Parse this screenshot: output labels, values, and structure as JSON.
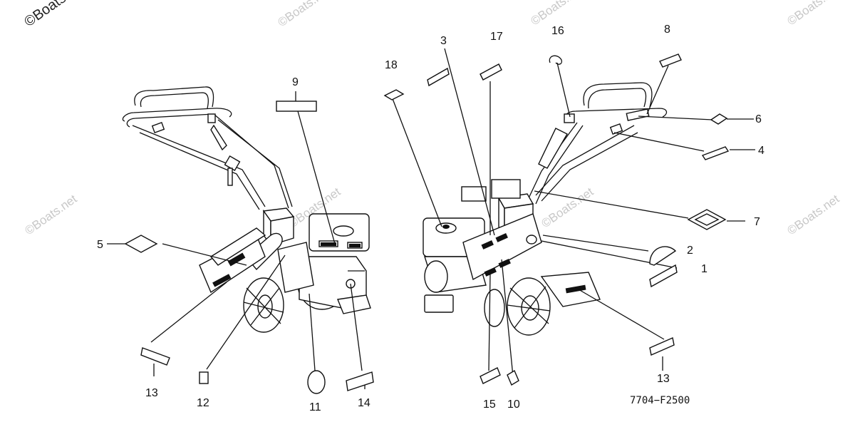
{
  "watermark": "©Boats.net",
  "figure_code": "7704−F2500",
  "callouts": [
    {
      "key": "c1",
      "label": "1"
    },
    {
      "key": "c2",
      "label": "2"
    },
    {
      "key": "c3",
      "label": "3"
    },
    {
      "key": "c4",
      "label": "4"
    },
    {
      "key": "c5",
      "label": "5"
    },
    {
      "key": "c6",
      "label": "6"
    },
    {
      "key": "c7",
      "label": "7"
    },
    {
      "key": "c8",
      "label": "8"
    },
    {
      "key": "c9",
      "label": "9"
    },
    {
      "key": "c10",
      "label": "10"
    },
    {
      "key": "c11",
      "label": "11"
    },
    {
      "key": "c12",
      "label": "12"
    },
    {
      "key": "c13a",
      "label": "13"
    },
    {
      "key": "c13b",
      "label": "13"
    },
    {
      "key": "c14",
      "label": "14"
    },
    {
      "key": "c15",
      "label": "15"
    },
    {
      "key": "c16",
      "label": "16"
    },
    {
      "key": "c17",
      "label": "17"
    },
    {
      "key": "c18",
      "label": "18"
    }
  ]
}
